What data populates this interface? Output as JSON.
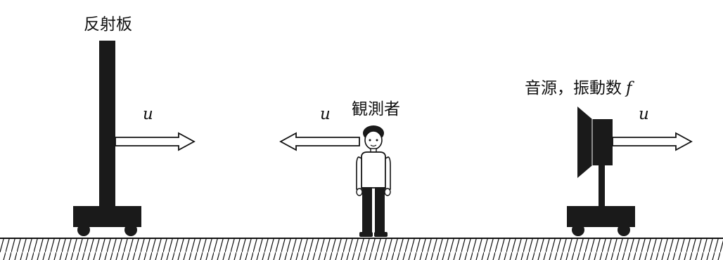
{
  "labels": {
    "reflector": "反射板",
    "observer": "観測者",
    "source": "音源，振動数",
    "frequency_symbol": "f",
    "velocity_symbol": "u"
  },
  "colors": {
    "object_fill": "#1a1a1a",
    "stroke": "#111111",
    "arrow_fill": "#ffffff",
    "background": "#ffffff"
  }
}
